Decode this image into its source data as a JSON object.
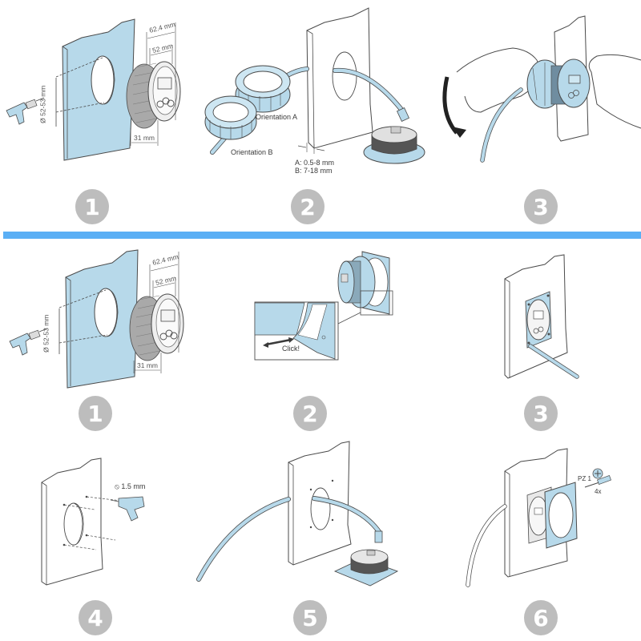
{
  "colors": {
    "accent_blue": "#5aaff5",
    "part_blue": "#b7d9ea",
    "badge_gray": "#bdbdbd",
    "line": "#4a4a4a"
  },
  "section_a": {
    "steps": [
      {
        "number": "1",
        "labels": {
          "outer_diameter": "62.4 mm",
          "inner_diameter": "52 mm",
          "hole_diameter": "Ø 52-53 mm",
          "depth": "31 mm"
        }
      },
      {
        "number": "2",
        "labels": {
          "orientation_a": "Orientation A",
          "orientation_b": "Orientation B",
          "range_a": "A: 0.5-8 mm",
          "range_b": "B:  7-18 mm"
        }
      },
      {
        "number": "3"
      }
    ]
  },
  "section_b": {
    "steps": [
      {
        "number": "1",
        "labels": {
          "outer_diameter": "62.4 mm",
          "inner_diameter": "52 mm",
          "hole_diameter": "Ø 52-53 mm",
          "depth": "31 mm"
        }
      },
      {
        "number": "2",
        "labels": {
          "click": "Click!"
        }
      },
      {
        "number": "3"
      },
      {
        "number": "4",
        "labels": {
          "drill_size": "⦸ 1.5 mm"
        }
      },
      {
        "number": "5"
      },
      {
        "number": "6",
        "labels": {
          "screwdriver": "PZ 1",
          "quantity": "4x"
        }
      }
    ]
  }
}
